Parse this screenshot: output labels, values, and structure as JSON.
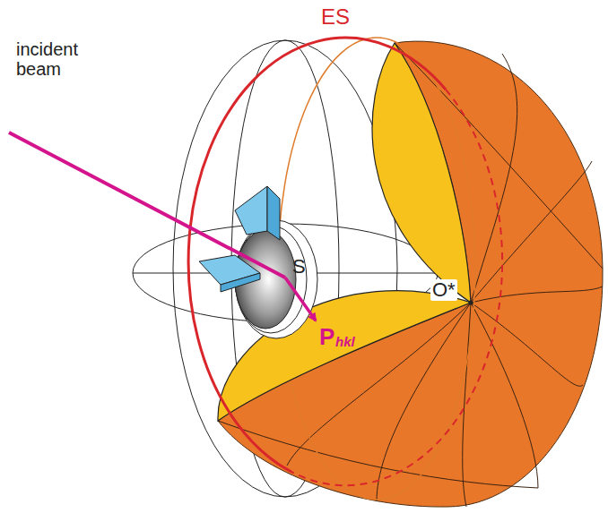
{
  "diagram": {
    "labels": [
      "incident beam",
      "ES",
      "S",
      "O*",
      "P",
      "hkl"
    ]
  }
}
